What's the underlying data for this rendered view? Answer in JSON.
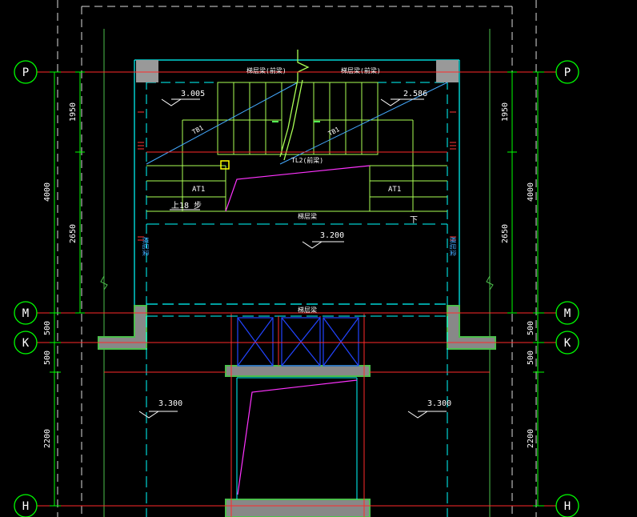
{
  "colors": {
    "background": "#000000",
    "axis_line": "#ff2a2a",
    "dimension": "#00ff00",
    "wall": "#00ffff",
    "stair": "#aaff55",
    "beam_hatch": "#44aaff",
    "column": "#888888",
    "slab": "#4c9f4c",
    "window": "#2222ff",
    "label": "#ffffff",
    "leader": "#ff33ff",
    "marker": "#ffff00",
    "dashed": "#dddddd"
  },
  "grid_bubbles": {
    "P": "P",
    "M": "M",
    "K": "K",
    "H": "H"
  },
  "dimensions": {
    "p_upper": "1950",
    "p_lower": "2650",
    "p_to_m": "4000",
    "m_to_k": "500",
    "k_seg": "500",
    "k_to_h": "2200"
  },
  "elevations": {
    "landing_left": "3.005",
    "landing_right": "2.586",
    "mid": "3.200",
    "floor_left": "3.300",
    "floor_right": "3.300"
  },
  "labels": {
    "beam_top_left": "梯层梁(前梁)",
    "beam_top_right": "梯层梁(前梁)",
    "beam_mid": "梯层梁",
    "beam_low": "梯层梁",
    "tb_left": "TB1",
    "tb_right": "TB1",
    "tl": "TL2(前梁)",
    "at_left": "AT1",
    "at_right": "AT1",
    "up": "上18 步",
    "down": "下",
    "side_left": "梯层梁",
    "side_right": "梯层梁"
  }
}
